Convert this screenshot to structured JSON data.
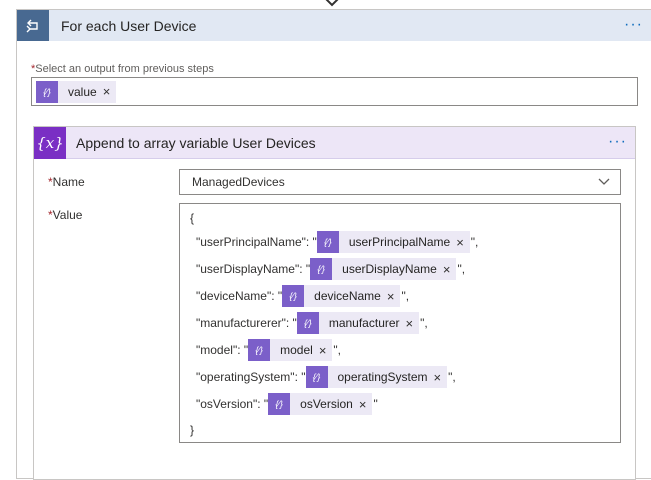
{
  "loop": {
    "title": "For each User Device",
    "more": "···",
    "output_label": "Select an output from previous steps",
    "output_token": "value"
  },
  "action": {
    "title": "Append to array variable User Devices",
    "icon_text": "{x}",
    "more": "···",
    "name_label": "Name",
    "name_value": "ManagedDevices",
    "value_label": "Value",
    "open_brace": "{",
    "close_brace": "}",
    "lines": [
      {
        "key": "\"userPrincipalName\": \"",
        "token": "userPrincipalName",
        "after": "\","
      },
      {
        "key": "\"userDisplayName\": \"",
        "token": "userDisplayName",
        "after": "\","
      },
      {
        "key": "\"deviceName\": \"",
        "token": "deviceName",
        "after": "\","
      },
      {
        "key": "\"manufacturerer\": \"",
        "token": "manufacturer",
        "after": "\","
      },
      {
        "key": "\"model\": \"",
        "token": "model",
        "after": "\","
      },
      {
        "key": "\"operatingSystem\": \"",
        "token": "operatingSystem",
        "after": "\","
      },
      {
        "key": "\"osVersion\": \"",
        "token": "osVersion",
        "after": "\""
      }
    ]
  },
  "required_marker": "*",
  "token_icon_glyph": "{⁄}",
  "remove_glyph": "×",
  "colors": {
    "loop_header_bg": "#e1e8f3",
    "loop_icon_bg": "#486991",
    "action_header_bg": "#ede6f7",
    "action_icon_bg": "#7a2fc4",
    "token_bg": "#ece9f5",
    "token_icon_bg": "#7b5fc9",
    "link_blue": "#0f6cbd",
    "required_red": "#a4262c"
  },
  "icons": [
    "arrow-down-icon",
    "loop-icon",
    "variable-icon",
    "dynamic-content-icon",
    "close-icon",
    "chevron-down-icon",
    "more-icon"
  ]
}
